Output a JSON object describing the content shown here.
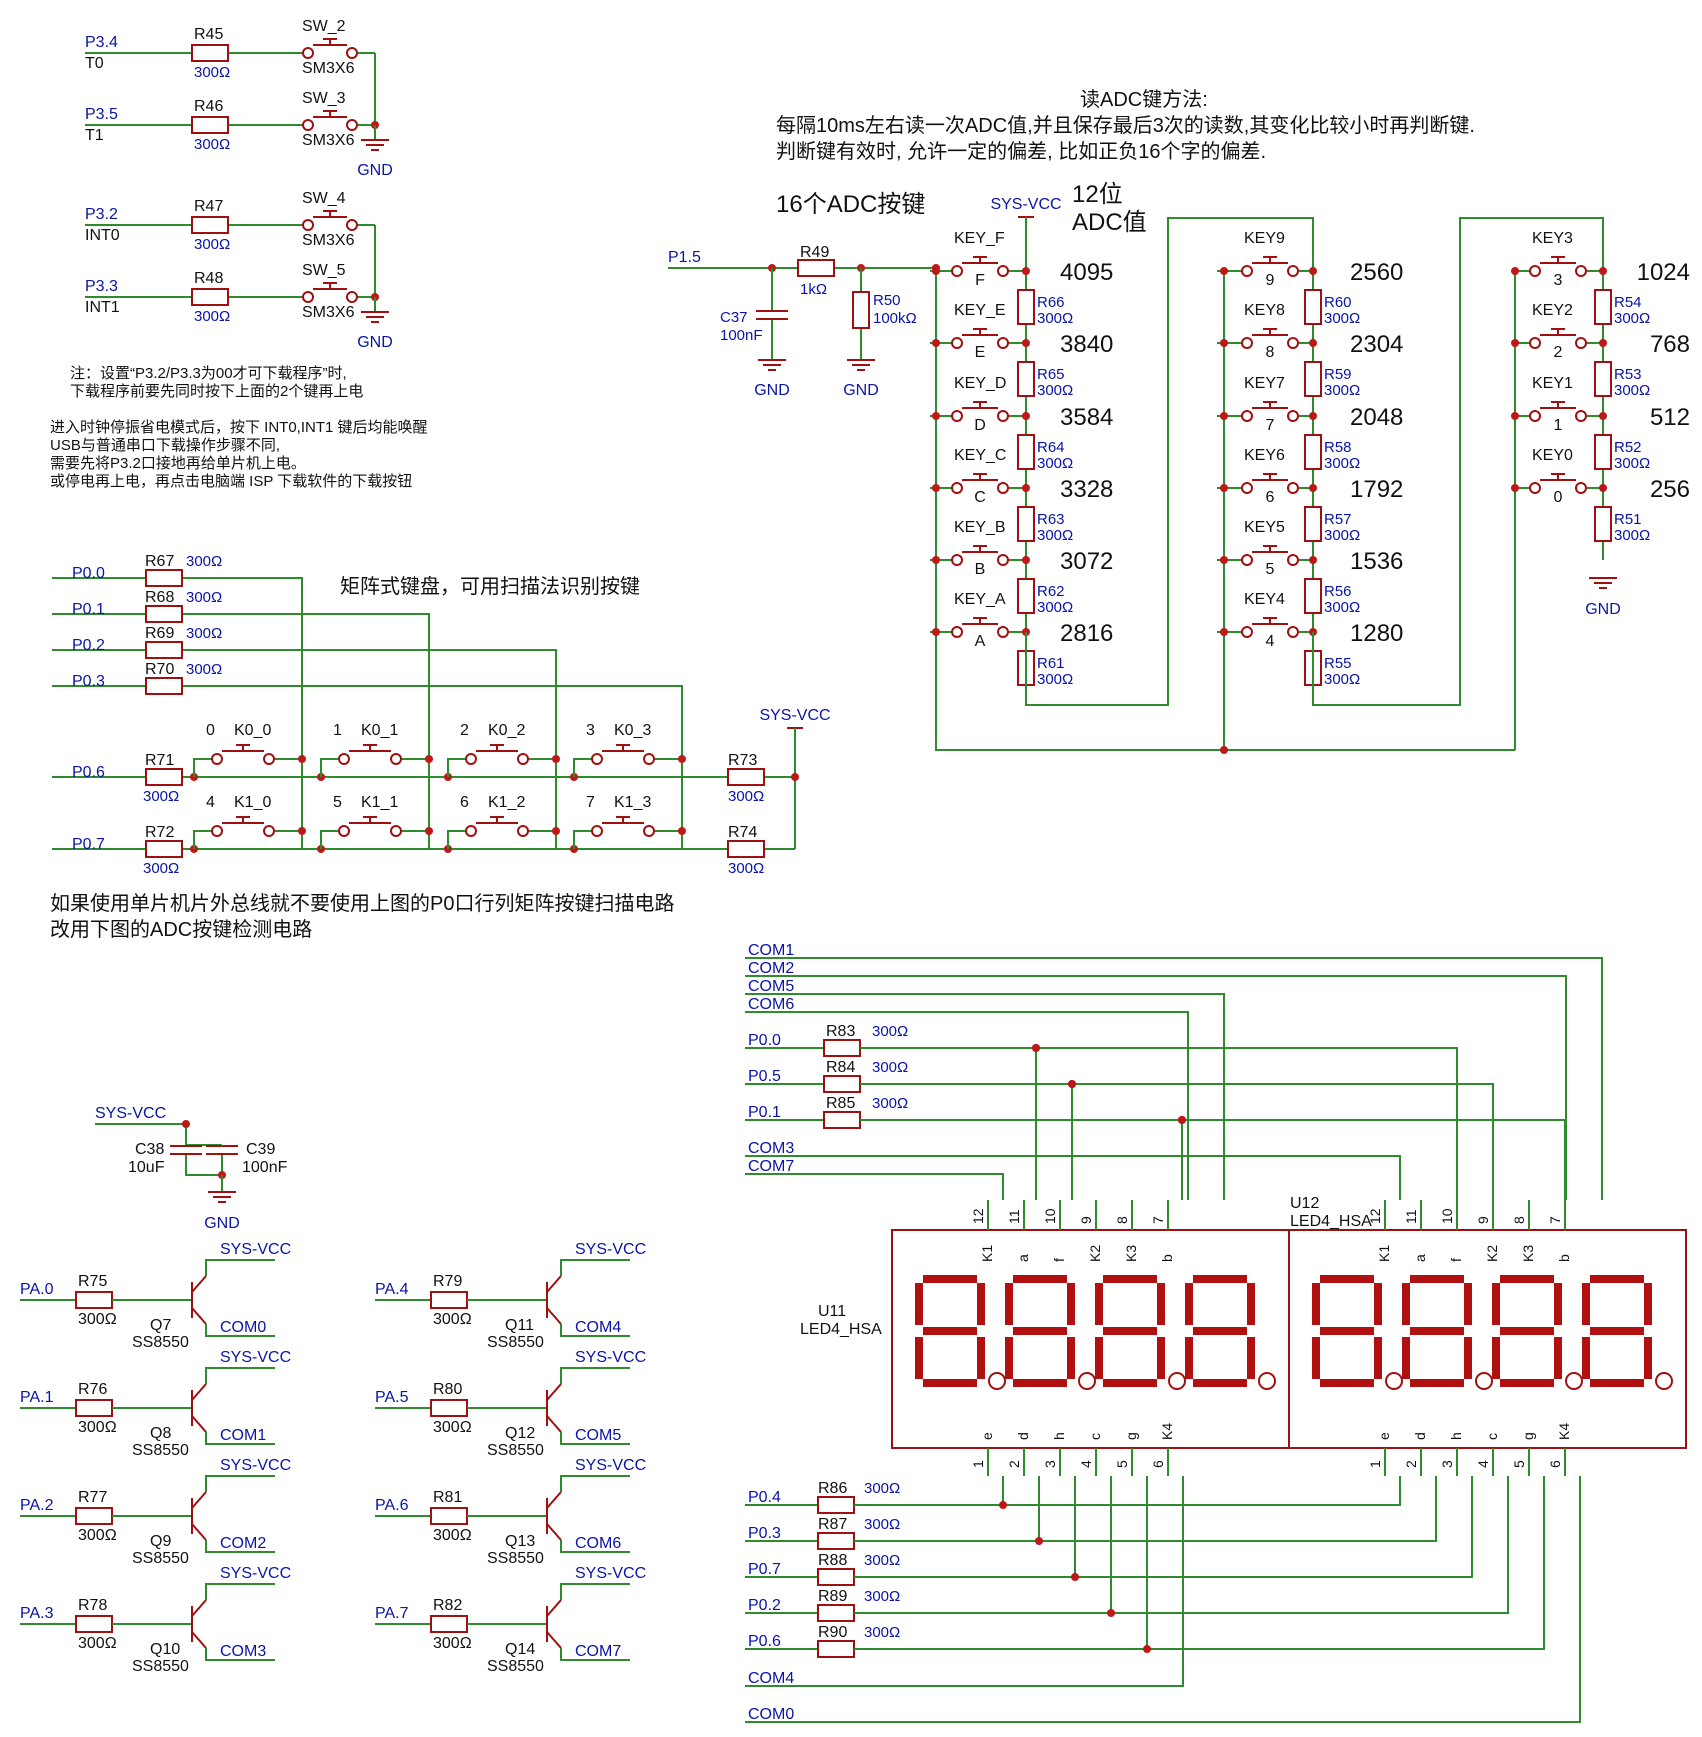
{
  "notes": {
    "adc_method_1": "读ADC键方法:",
    "adc_method_2": "每隔10ms左右读一次ADC值,并且保存最后3次的读数,其变化比较小时再判断键.",
    "adc_method_3": "判断键有效时, 允许一定的偏差, 比如正负16个字的偏差.",
    "adc_16keys": "16个ADC按键",
    "adc_12bit_1": "12位",
    "adc_12bit_2": "ADC值",
    "download_1": "注：设置“P3.2/P3.3为00才可下载程序”时,",
    "download_2": "下载程序前要先同时按下上面的2个键再上电",
    "powerdown_1": "进入时钟停振省电模式后，按下 INT0,INT1 键后均能唤醒",
    "powerdown_2": "USB与普通串口下载操作步骤不同,",
    "powerdown_3": "需要先将P3.2口接地再给单片机上电。",
    "powerdown_4": "或停电再上电，再点击电脑端 ISP 下载软件的下载按钮",
    "matrix_title": "矩阵式键盘，可用扫描法识别按键",
    "bus_note_1": "如果使用单片机片外总线就不要使用上图的P0口行列矩阵按键扫描电路",
    "bus_note_2": "改用下图的ADC按键检测电路"
  },
  "left_keys": [
    {
      "net": "P3.4",
      "alt": "T0",
      "res": "R45",
      "val": "300Ω",
      "sw": "SW_2",
      "pkg": "SM3X6"
    },
    {
      "net": "P3.5",
      "alt": "T1",
      "res": "R46",
      "val": "300Ω",
      "sw": "SW_3",
      "pkg": "SM3X6"
    },
    {
      "net": "P3.2",
      "alt": "INT0",
      "res": "R47",
      "val": "300Ω",
      "sw": "SW_4",
      "pkg": "SM3X6"
    },
    {
      "net": "P3.3",
      "alt": "INT1",
      "res": "R48",
      "val": "300Ω",
      "sw": "SW_5",
      "pkg": "SM3X6"
    }
  ],
  "gnd_label": "GND",
  "vcc_label": "SYS-VCC",
  "adc_front": {
    "net": "P1.5",
    "r49": "R49",
    "r49_val": "1kΩ",
    "r50": "R50",
    "r50_val": "100kΩ",
    "c37": "C37",
    "c37_val": "100nF"
  },
  "adc_col1": [
    {
      "key": "KEY_F",
      "sub": "F",
      "adc": "4095",
      "res": "R66",
      "val": "300Ω"
    },
    {
      "key": "KEY_E",
      "sub": "E",
      "adc": "3840",
      "res": "R65",
      "val": "300Ω"
    },
    {
      "key": "KEY_D",
      "sub": "D",
      "adc": "3584",
      "res": "R64",
      "val": "300Ω"
    },
    {
      "key": "KEY_C",
      "sub": "C",
      "adc": "3328",
      "res": "R63",
      "val": "300Ω"
    },
    {
      "key": "KEY_B",
      "sub": "B",
      "adc": "3072",
      "res": "R62",
      "val": "300Ω"
    },
    {
      "key": "KEY_A",
      "sub": "A",
      "adc": "2816",
      "res": "R61",
      "val": "300Ω"
    }
  ],
  "adc_col2": [
    {
      "key": "KEY9",
      "sub": "9",
      "adc": "2560",
      "res": "R60",
      "val": "300Ω"
    },
    {
      "key": "KEY8",
      "sub": "8",
      "adc": "2304",
      "res": "R59",
      "val": "300Ω"
    },
    {
      "key": "KEY7",
      "sub": "7",
      "adc": "2048",
      "res": "R58",
      "val": "300Ω"
    },
    {
      "key": "KEY6",
      "sub": "6",
      "adc": "1792",
      "res": "R57",
      "val": "300Ω"
    },
    {
      "key": "KEY5",
      "sub": "5",
      "adc": "1536",
      "res": "R56",
      "val": "300Ω"
    },
    {
      "key": "KEY4",
      "sub": "4",
      "adc": "1280",
      "res": "R55",
      "val": "300Ω"
    }
  ],
  "adc_col3": [
    {
      "key": "KEY3",
      "sub": "3",
      "adc": "1024",
      "res": "R54",
      "val": "300Ω"
    },
    {
      "key": "KEY2",
      "sub": "2",
      "adc": "768",
      "res": "R53",
      "val": "300Ω"
    },
    {
      "key": "KEY1",
      "sub": "1",
      "adc": "512",
      "res": "R52",
      "val": "300Ω"
    },
    {
      "key": "KEY0",
      "sub": "0",
      "adc": "256",
      "res": "R51",
      "val": "300Ω"
    }
  ],
  "matrix": {
    "rows": [
      {
        "net": "P0.0",
        "res": "R67",
        "val": "300Ω"
      },
      {
        "net": "P0.1",
        "res": "R68",
        "val": "300Ω"
      },
      {
        "net": "P0.2",
        "res": "R69",
        "val": "300Ω"
      },
      {
        "net": "P0.3",
        "res": "R70",
        "val": "300Ω"
      }
    ],
    "lines": [
      {
        "net": "P0.6",
        "res": "R71",
        "val": "300Ω",
        "pullup": "R73",
        "pullup_val": "300Ω",
        "keys": [
          {
            "n": "0",
            "k": "K0_0"
          },
          {
            "n": "1",
            "k": "K0_1"
          },
          {
            "n": "2",
            "k": "K0_2"
          },
          {
            "n": "3",
            "k": "K0_3"
          }
        ]
      },
      {
        "net": "P0.7",
        "res": "R72",
        "val": "300Ω",
        "pullup": "R74",
        "pullup_val": "300Ω",
        "keys": [
          {
            "n": "4",
            "k": "K1_0"
          },
          {
            "n": "5",
            "k": "K1_1"
          },
          {
            "n": "6",
            "k": "K1_2"
          },
          {
            "n": "7",
            "k": "K1_3"
          }
        ]
      }
    ]
  },
  "decoupling": {
    "c38": "C38",
    "c38_val": "10uF",
    "c39": "C39",
    "c39_val": "100nF"
  },
  "drivers": [
    {
      "net": "PA.0",
      "res": "R75",
      "val": "300Ω",
      "q": "Q7",
      "type": "SS8550",
      "com": "COM0"
    },
    {
      "net": "PA.1",
      "res": "R76",
      "val": "300Ω",
      "q": "Q8",
      "type": "SS8550",
      "com": "COM1"
    },
    {
      "net": "PA.2",
      "res": "R77",
      "val": "300Ω",
      "q": "Q9",
      "type": "SS8550",
      "com": "COM2"
    },
    {
      "net": "PA.3",
      "res": "R78",
      "val": "300Ω",
      "q": "Q10",
      "type": "SS8550",
      "com": "COM3"
    },
    {
      "net": "PA.4",
      "res": "R79",
      "val": "300Ω",
      "q": "Q11",
      "type": "SS8550",
      "com": "COM4"
    },
    {
      "net": "PA.5",
      "res": "R80",
      "val": "300Ω",
      "q": "Q12",
      "type": "SS8550",
      "com": "COM5"
    },
    {
      "net": "PA.6",
      "res": "R81",
      "val": "300Ω",
      "q": "Q13",
      "type": "SS8550",
      "com": "COM6"
    },
    {
      "net": "PA.7",
      "res": "R82",
      "val": "300Ω",
      "q": "Q14",
      "type": "SS8550",
      "com": "COM7"
    }
  ],
  "display": {
    "top_coms": [
      "COM1",
      "COM2",
      "COM5",
      "COM6"
    ],
    "top_segs": [
      {
        "net": "P0.0",
        "res": "R83",
        "val": "300Ω"
      },
      {
        "net": "P0.5",
        "res": "R84",
        "val": "300Ω"
      },
      {
        "net": "P0.1",
        "res": "R85",
        "val": "300Ω"
      }
    ],
    "mid_coms": [
      "COM3",
      "COM7"
    ],
    "bot_segs": [
      {
        "net": "P0.4",
        "res": "R86",
        "val": "300Ω"
      },
      {
        "net": "P0.3",
        "res": "R87",
        "val": "300Ω"
      },
      {
        "net": "P0.7",
        "res": "R88",
        "val": "300Ω"
      },
      {
        "net": "P0.2",
        "res": "R89",
        "val": "300Ω"
      },
      {
        "net": "P0.6",
        "res": "R90",
        "val": "300Ω"
      }
    ],
    "bot_coms": [
      "COM4",
      "COM0"
    ],
    "u11": "U11",
    "u11_type": "LED4_HSA",
    "u12": "U12",
    "u12_type": "LED4_HSA",
    "top_pin_nums": [
      "12",
      "11",
      "10",
      "9",
      "8",
      "7"
    ],
    "top_pin_names": [
      "K1",
      "a",
      "f",
      "K2",
      "K3",
      "b"
    ],
    "bot_pin_nums": [
      "1",
      "2",
      "3",
      "4",
      "5",
      "6"
    ],
    "bot_pin_names": [
      "e",
      "d",
      "h",
      "c",
      "g",
      "K4"
    ]
  }
}
